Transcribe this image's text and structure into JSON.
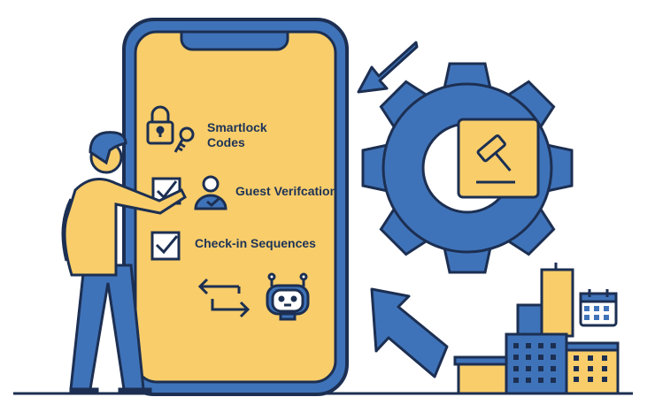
{
  "features": [
    {
      "label_line1": "Smartlock",
      "label_line2": "Codes",
      "icon": "lock-key-icon"
    },
    {
      "label": "Guest Verifcation",
      "icon": "user-check-icon"
    },
    {
      "label": "Check-in Sequences",
      "icon": "checkbox-icon"
    }
  ],
  "colors": {
    "yellow": "#F8CD6A",
    "blue": "#3F73B9",
    "navy": "#1C2F52"
  }
}
